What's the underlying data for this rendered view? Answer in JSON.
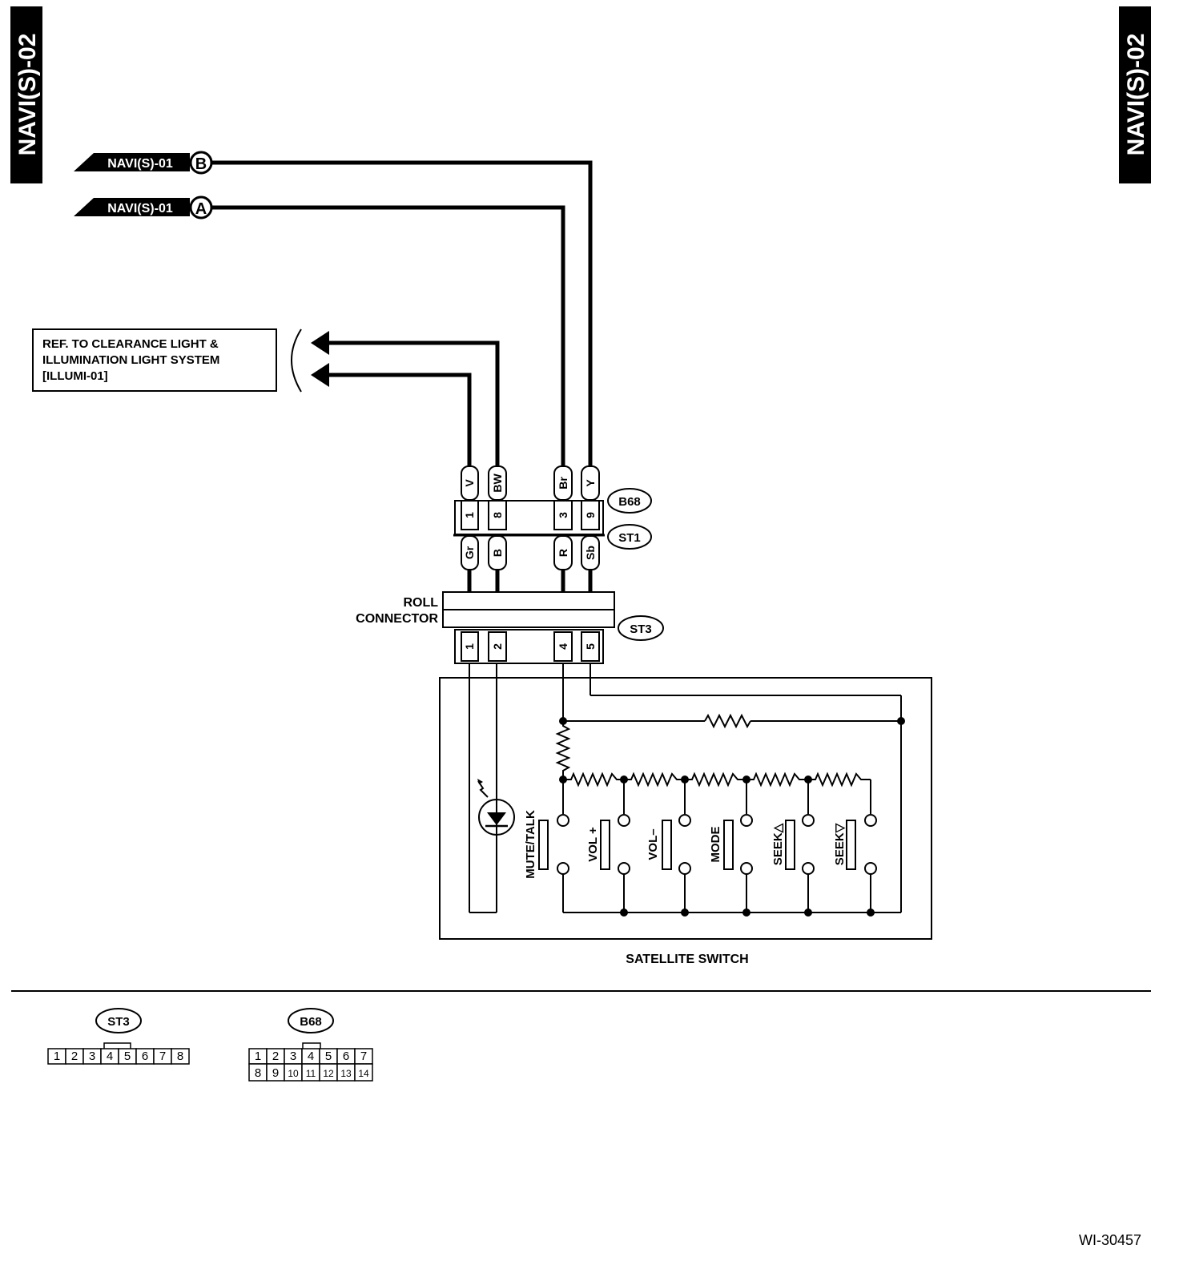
{
  "page_tab_left": "NAVI(S)-02",
  "page_tab_right": "NAVI(S)-02",
  "off_page_refs": [
    {
      "label": "NAVI(S)-01",
      "letter": "B"
    },
    {
      "label": "NAVI(S)-01",
      "letter": "A"
    }
  ],
  "reference_box": {
    "lines": [
      "REF. TO CLEARANCE LIGHT &",
      "ILLUMINATION LIGHT SYSTEM",
      "[ILLUMI-01]"
    ]
  },
  "connector_b68": {
    "id": "B68",
    "wire_colors": [
      "V",
      "BW",
      "Br",
      "Y"
    ],
    "pins": [
      "1",
      "8",
      "3",
      "9"
    ]
  },
  "connector_st1": {
    "id": "ST1",
    "wire_colors": [
      "Gr",
      "B",
      "R",
      "Sb"
    ]
  },
  "roll_connector": {
    "label_lines": [
      "ROLL",
      "CONNECTOR"
    ]
  },
  "connector_st3": {
    "id": "ST3",
    "pins": [
      "1",
      "2",
      "4",
      "5"
    ]
  },
  "satellite_switch": {
    "label": "SATELLITE SWITCH",
    "switches": [
      "MUTE/TALK",
      "VOL +",
      "VOL–",
      "MODE",
      "SEEK△",
      "SEEK▽"
    ]
  },
  "connector_views": {
    "st3": {
      "id": "ST3",
      "row1": [
        "1",
        "2",
        "3",
        "4",
        "5",
        "6",
        "7",
        "8"
      ]
    },
    "b68": {
      "id": "B68",
      "row1": [
        "1",
        "2",
        "3",
        "4",
        "5",
        "6",
        "7"
      ],
      "row2": [
        "8",
        "9",
        "10",
        "11",
        "12",
        "13",
        "14"
      ]
    }
  },
  "figure_code": "WI-30457"
}
